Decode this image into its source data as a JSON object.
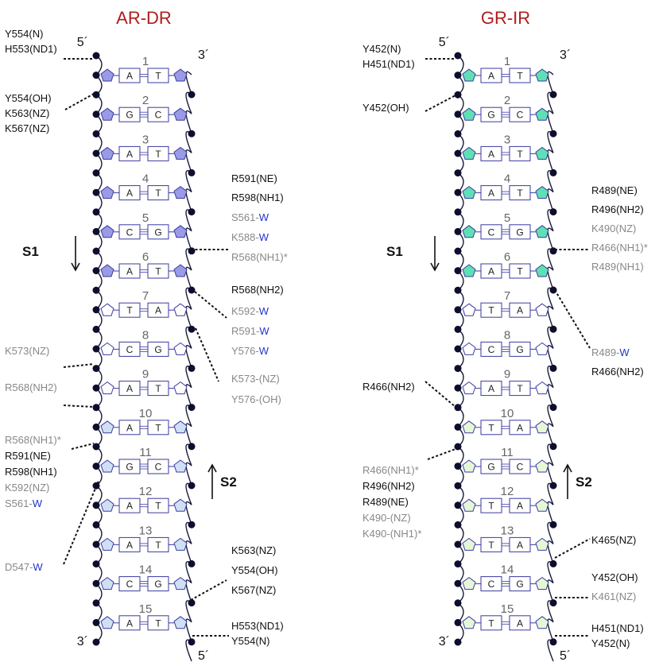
{
  "panels": [
    {
      "title": "AR-DR",
      "prime_top_left": "5´",
      "prime_top_right": "3´",
      "prime_bottom_left": "3´",
      "prime_bottom_right": "5´",
      "strand1_label": "S1",
      "strand2_label": "S2",
      "pairs": [
        {
          "n": "1",
          "l": "A",
          "r": "T"
        },
        {
          "n": "2",
          "l": "G",
          "r": "C"
        },
        {
          "n": "3",
          "l": "A",
          "r": "T"
        },
        {
          "n": "4",
          "l": "A",
          "r": "T"
        },
        {
          "n": "5",
          "l": "C",
          "r": "G"
        },
        {
          "n": "6",
          "l": "A",
          "r": "T"
        },
        {
          "n": "7",
          "l": "T",
          "r": "A"
        },
        {
          "n": "8",
          "l": "C",
          "r": "G"
        },
        {
          "n": "9",
          "l": "A",
          "r": "T"
        },
        {
          "n": "10",
          "l": "A",
          "r": "T"
        },
        {
          "n": "11",
          "l": "G",
          "r": "C"
        },
        {
          "n": "12",
          "l": "A",
          "r": "T"
        },
        {
          "n": "13",
          "l": "A",
          "r": "T"
        },
        {
          "n": "14",
          "l": "C",
          "r": "G"
        },
        {
          "n": "15",
          "l": "A",
          "r": "T"
        }
      ],
      "sugar_colors": [
        "#9a9ae6",
        "#9a9ae6",
        "#9a9ae6",
        "#9a9ae6",
        "#9a9ae6",
        "#9a9ae6",
        "#ffffff",
        "#ffffff",
        "#ffffff",
        "#cfe0f5",
        "#cfe0f5",
        "#cfe0f5",
        "#cfe0f5",
        "#cfe0f5",
        "#cfe0f5"
      ],
      "labels": [
        {
          "parts": [
            {
              "t": "Y554(N)",
              "c": "#111111"
            }
          ]
        },
        {
          "parts": [
            {
              "t": "H553(ND1)",
              "c": "#111111"
            }
          ]
        },
        {
          "parts": [
            {
              "t": "Y554(OH)",
              "c": "#111111"
            }
          ]
        },
        {
          "parts": [
            {
              "t": "K563(NZ)",
              "c": "#111111"
            }
          ]
        },
        {
          "parts": [
            {
              "t": "K567(NZ)",
              "c": "#111111"
            }
          ]
        },
        {
          "parts": [
            {
              "t": "R591(NE)",
              "c": "#111111"
            }
          ]
        },
        {
          "parts": [
            {
              "t": "R598(NH1)",
              "c": "#111111"
            }
          ]
        },
        {
          "parts": [
            {
              "t": "S561-",
              "c": "#888888"
            },
            {
              "t": "W",
              "c": "#2233cc"
            }
          ]
        },
        {
          "parts": [
            {
              "t": "K588-",
              "c": "#888888"
            },
            {
              "t": "W",
              "c": "#2233cc"
            }
          ]
        },
        {
          "parts": [
            {
              "t": "R568(NH1)*",
              "c": "#888888"
            }
          ]
        },
        {
          "parts": [
            {
              "t": "R568(NH2)",
              "c": "#111111"
            }
          ]
        },
        {
          "parts": [
            {
              "t": "K592-",
              "c": "#888888"
            },
            {
              "t": "W",
              "c": "#2233cc"
            }
          ]
        },
        {
          "parts": [
            {
              "t": "R591-",
              "c": "#888888"
            },
            {
              "t": "W",
              "c": "#2233cc"
            }
          ]
        },
        {
          "parts": [
            {
              "t": "Y576-",
              "c": "#888888"
            },
            {
              "t": "W",
              "c": "#2233cc"
            }
          ]
        },
        {
          "parts": [
            {
              "t": "K573(NZ)",
              "c": "#888888"
            }
          ]
        },
        {
          "parts": [
            {
              "t": "K573-(NZ)",
              "c": "#888888"
            }
          ]
        },
        {
          "parts": [
            {
              "t": "Y576-(OH)",
              "c": "#888888"
            }
          ]
        },
        {
          "parts": [
            {
              "t": "R568(NH2)",
              "c": "#888888"
            }
          ]
        },
        {
          "parts": [
            {
              "t": "R568(NH1)*",
              "c": "#888888"
            }
          ]
        },
        {
          "parts": [
            {
              "t": "R591(NE)",
              "c": "#111111"
            }
          ]
        },
        {
          "parts": [
            {
              "t": "R598(NH1)",
              "c": "#111111"
            }
          ]
        },
        {
          "parts": [
            {
              "t": "K592(NZ)",
              "c": "#888888"
            }
          ]
        },
        {
          "parts": [
            {
              "t": "S561-",
              "c": "#888888"
            },
            {
              "t": "W",
              "c": "#2233cc"
            }
          ]
        },
        {
          "parts": [
            {
              "t": "D547-",
              "c": "#888888"
            },
            {
              "t": "W",
              "c": "#2233cc"
            }
          ]
        },
        {
          "parts": [
            {
              "t": "K563(NZ)",
              "c": "#111111"
            }
          ]
        },
        {
          "parts": [
            {
              "t": "Y554(OH)",
              "c": "#111111"
            }
          ]
        },
        {
          "parts": [
            {
              "t": "K567(NZ)",
              "c": "#111111"
            }
          ]
        },
        {
          "parts": [
            {
              "t": "H553(ND1)",
              "c": "#111111"
            }
          ]
        },
        {
          "parts": [
            {
              "t": "Y554(N)",
              "c": "#111111"
            }
          ]
        }
      ]
    },
    {
      "title": "GR-IR",
      "prime_top_left": "5´",
      "prime_top_right": "3´",
      "prime_bottom_left": "3´",
      "prime_bottom_right": "5´",
      "strand1_label": "S1",
      "strand2_label": "S2",
      "pairs": [
        {
          "n": "1",
          "l": "A",
          "r": "T"
        },
        {
          "n": "2",
          "l": "G",
          "r": "C"
        },
        {
          "n": "3",
          "l": "A",
          "r": "T"
        },
        {
          "n": "4",
          "l": "A",
          "r": "T"
        },
        {
          "n": "5",
          "l": "C",
          "r": "G"
        },
        {
          "n": "6",
          "l": "A",
          "r": "T"
        },
        {
          "n": "7",
          "l": "T",
          "r": "A"
        },
        {
          "n": "8",
          "l": "C",
          "r": "G"
        },
        {
          "n": "9",
          "l": "A",
          "r": "T"
        },
        {
          "n": "10",
          "l": "T",
          "r": "A"
        },
        {
          "n": "11",
          "l": "G",
          "r": "C"
        },
        {
          "n": "12",
          "l": "T",
          "r": "A"
        },
        {
          "n": "13",
          "l": "T",
          "r": "A"
        },
        {
          "n": "14",
          "l": "C",
          "r": "G"
        },
        {
          "n": "15",
          "l": "T",
          "r": "A"
        }
      ],
      "sugar_colors": [
        "#5fe0b4",
        "#5fe0b4",
        "#5fe0b4",
        "#5fe0b4",
        "#5fe0b4",
        "#5fe0b4",
        "#ffffff",
        "#ffffff",
        "#ffffff",
        "#e6f7d6",
        "#e6f7d6",
        "#e6f7d6",
        "#e6f7d6",
        "#e6f7d6",
        "#e6f7d6"
      ],
      "labels": [
        {
          "parts": [
            {
              "t": "Y452(N)",
              "c": "#111111"
            }
          ]
        },
        {
          "parts": [
            {
              "t": "H451(ND1)",
              "c": "#111111"
            }
          ]
        },
        {
          "parts": [
            {
              "t": "Y452(OH)",
              "c": "#111111"
            }
          ]
        },
        {
          "parts": [
            {
              "t": "R489(NE)",
              "c": "#111111"
            }
          ]
        },
        {
          "parts": [
            {
              "t": "R496(NH2)",
              "c": "#111111"
            }
          ]
        },
        {
          "parts": [
            {
              "t": "K490(NZ)",
              "c": "#888888"
            }
          ]
        },
        {
          "parts": [
            {
              "t": "R466(NH1)*",
              "c": "#888888"
            }
          ]
        },
        {
          "parts": [
            {
              "t": "R489(NH1)",
              "c": "#888888"
            }
          ]
        },
        {
          "parts": [
            {
              "t": "R489-",
              "c": "#888888"
            },
            {
              "t": "W",
              "c": "#2233cc"
            }
          ]
        },
        {
          "parts": [
            {
              "t": "R466(NH2)",
              "c": "#111111"
            }
          ]
        },
        {
          "parts": [
            {
              "t": "R466(NH2)",
              "c": "#111111"
            }
          ]
        },
        {
          "parts": [
            {
              "t": "R466(NH1)*",
              "c": "#888888"
            }
          ]
        },
        {
          "parts": [
            {
              "t": "R496(NH2)",
              "c": "#111111"
            }
          ]
        },
        {
          "parts": [
            {
              "t": "R489(NE)",
              "c": "#111111"
            }
          ]
        },
        {
          "parts": [
            {
              "t": "K490-(NZ)",
              "c": "#888888"
            }
          ]
        },
        {
          "parts": [
            {
              "t": "K490-(NH1)*",
              "c": "#888888"
            }
          ]
        },
        {
          "parts": [
            {
              "t": "K465(NZ)",
              "c": "#111111"
            }
          ]
        },
        {
          "parts": [
            {
              "t": "Y452(OH)",
              "c": "#111111"
            }
          ]
        },
        {
          "parts": [
            {
              "t": "K461(NZ)",
              "c": "#888888"
            }
          ]
        },
        {
          "parts": [
            {
              "t": "H451(ND1)",
              "c": "#111111"
            }
          ]
        },
        {
          "parts": [
            {
              "t": "Y452(N)",
              "c": "#111111"
            }
          ]
        }
      ]
    }
  ]
}
